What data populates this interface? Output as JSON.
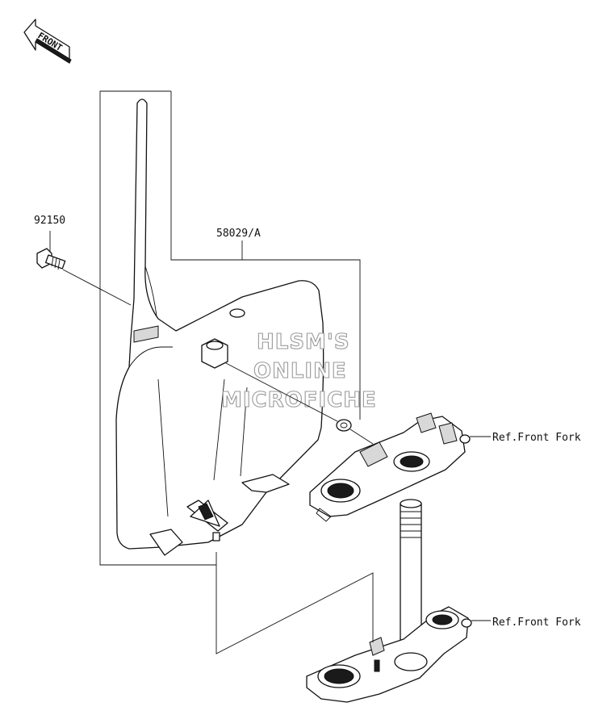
{
  "orientation": {
    "front_label": "FRONT"
  },
  "parts": [
    {
      "id": "bolt",
      "number": "92150"
    },
    {
      "id": "number-plate",
      "number": "58029/A"
    }
  ],
  "references": [
    {
      "id": "ref-upper",
      "text": "Ref.Front Fork"
    },
    {
      "id": "ref-lower",
      "text": "Ref.Front Fork"
    }
  ],
  "watermark": {
    "line1": "HLSM'S",
    "line2": "ONLINE",
    "line3": "MICROFICHE"
  }
}
